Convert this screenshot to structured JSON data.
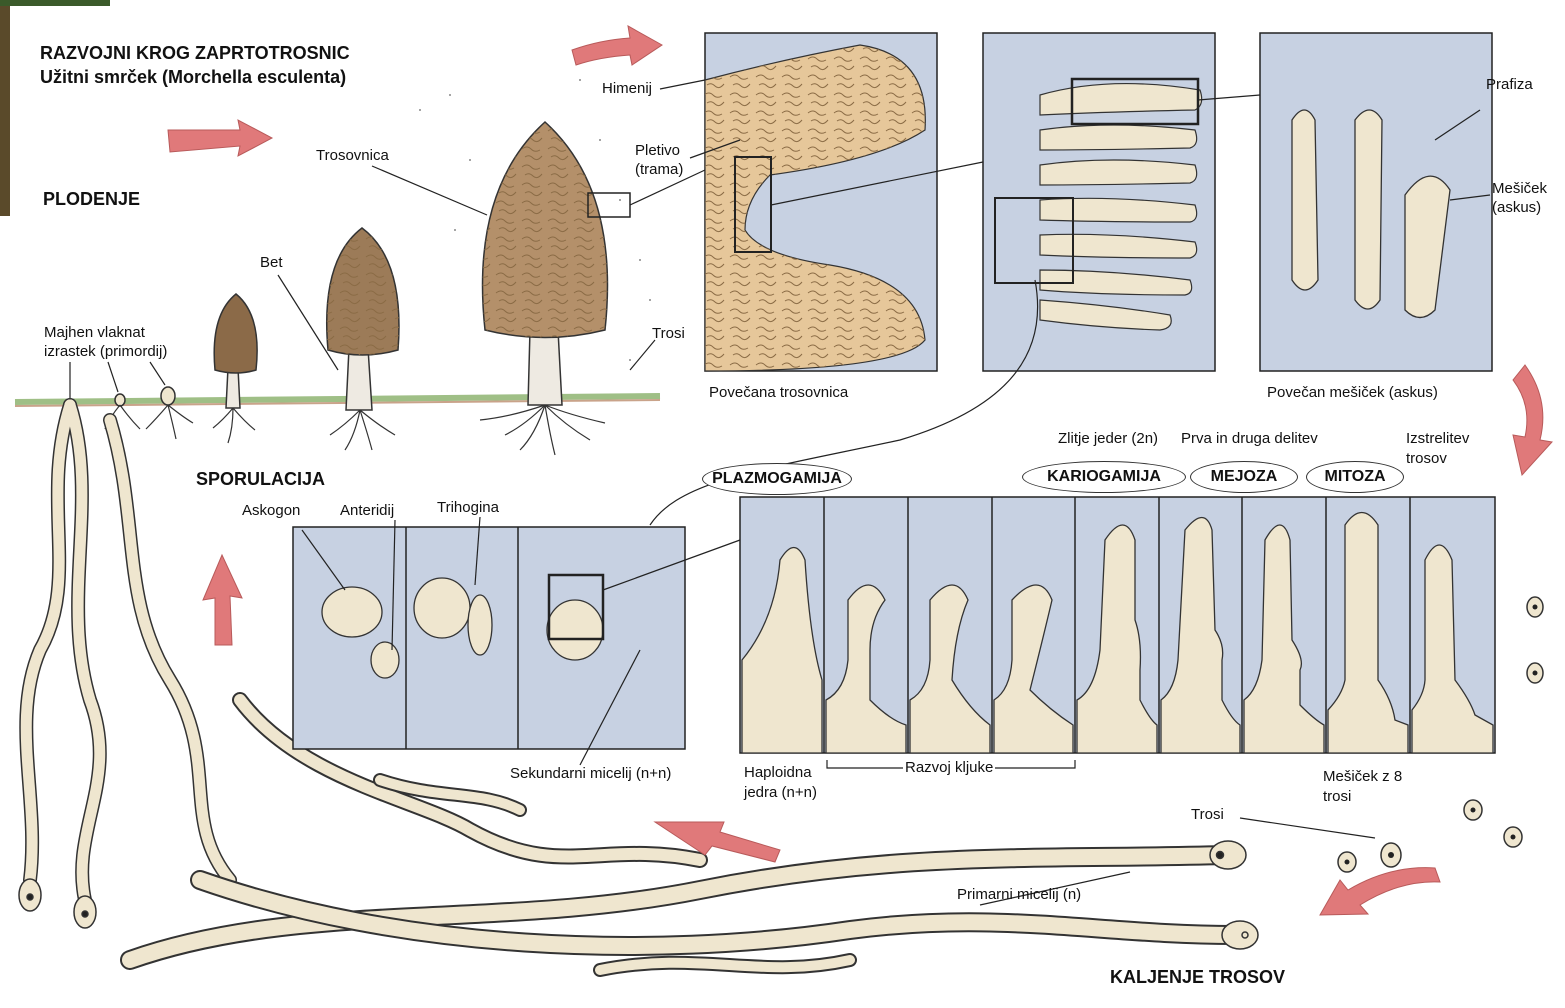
{
  "title": {
    "line1": "RAZVOJNI KROG ZAPRTOTROSNIC",
    "line2": "Užitni smrček (Morchella esculenta)"
  },
  "stages": {
    "plodenje": "PLODENJE",
    "sporulacija": "SPORULACIJA",
    "kaljenje": "KALJENJE TROSOV"
  },
  "labels": {
    "himenij": "Himenij",
    "pletivo1": "Pletivo",
    "pletivo2": "(trama)",
    "trosovnica": "Trosovnica",
    "bet": "Bet",
    "trosi_top": "Trosi",
    "primordij1": "Majhen vlaknat",
    "primordij2": "izrastek (primordij)",
    "povecana_trosovnica": "Povečana trosovnica",
    "prafiza": "Prafiza",
    "mesicek1": "Mešiček",
    "mesicek2": "(askus)",
    "povecan_mesicek": "Povečan mešiček (askus)",
    "zlitje": "Zlitje jeder (2n)",
    "delitev": "Prva in druga delitev",
    "izstrelitev1": "Izstrelitev",
    "izstrelitev2": "trosov",
    "askogon": "Askogon",
    "anteridij": "Anteridij",
    "trihogina": "Trihogina",
    "sekundarni": "Sekundarni micelij (n+n)",
    "haploidna1": "Haploidna",
    "haploidna2": "jedra (n+n)",
    "razvoj": "Razvoj kljuke",
    "mesicek8_1": "Mešiček z 8",
    "mesicek8_2": "trosi",
    "trosi_bottom": "Trosi",
    "primarni": "Primarni micelij (n)"
  },
  "processes": {
    "plazmogamija": "PLAZMOGAMIJA",
    "kariogamija": "KARIOGAMIJA",
    "mejoza": "MEJOZA",
    "mitoza": "MITOZA"
  },
  "colors": {
    "arrow": "#e0797a",
    "panel": "#c7d1e2",
    "fungus": "#efe6cf",
    "cap": "#b4906a",
    "ground": "#9fbf86"
  }
}
